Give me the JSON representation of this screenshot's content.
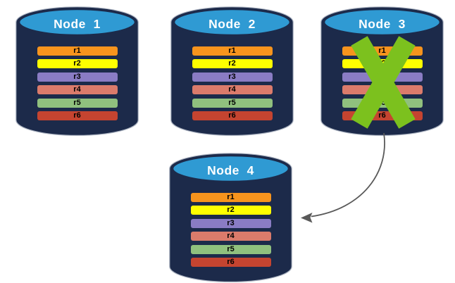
{
  "diagram": {
    "description": "replicated-database-cluster-failover",
    "colors": {
      "cylinder_body": "#1C2A4A",
      "cylinder_top": "#2F9AD3",
      "cylinder_outline": "#A9B1BF",
      "title_text": "#FFFFFF",
      "bar_text": "#000000",
      "failure_x": "#7CC11E",
      "arrow": "#595959"
    },
    "nodes": [
      {
        "id": "node-1",
        "title": "Node  1",
        "failed": false,
        "replicas": [
          {
            "label": "r1",
            "color": "#F7941D"
          },
          {
            "label": "r2",
            "color": "#FFFF00"
          },
          {
            "label": "r3",
            "color": "#8A7CC4"
          },
          {
            "label": "r4",
            "color": "#DB7B6B"
          },
          {
            "label": "r5",
            "color": "#90C07E"
          },
          {
            "label": "r6",
            "color": "#C54430"
          }
        ]
      },
      {
        "id": "node-2",
        "title": "Node  2",
        "failed": false,
        "replicas": [
          {
            "label": "r1",
            "color": "#F7941D"
          },
          {
            "label": "r2",
            "color": "#FFFF00"
          },
          {
            "label": "r3",
            "color": "#8A7CC4"
          },
          {
            "label": "r4",
            "color": "#DB7B6B"
          },
          {
            "label": "r5",
            "color": "#90C07E"
          },
          {
            "label": "r6",
            "color": "#C54430"
          }
        ]
      },
      {
        "id": "node-3",
        "title": "Node  3",
        "failed": true,
        "replicas": [
          {
            "label": "r1",
            "color": "#F7941D"
          },
          {
            "label": "r2",
            "color": "#FFFF00"
          },
          {
            "label": "r3",
            "color": "#8A7CC4"
          },
          {
            "label": "r4",
            "color": "#DB7B6B"
          },
          {
            "label": "r5",
            "color": "#90C07E"
          },
          {
            "label": "r6",
            "color": "#C54430"
          }
        ]
      },
      {
        "id": "node-4",
        "title": "Node  4",
        "failed": false,
        "replicas": [
          {
            "label": "r1",
            "color": "#F7941D"
          },
          {
            "label": "r2",
            "color": "#FFFF00"
          },
          {
            "label": "r3",
            "color": "#8A7CC4"
          },
          {
            "label": "r4",
            "color": "#DB7B6B"
          },
          {
            "label": "r5",
            "color": "#90C07E"
          },
          {
            "label": "r6",
            "color": "#C54430"
          }
        ]
      }
    ],
    "failover_arrow": {
      "from": "Node 3",
      "to": "Node 4"
    }
  }
}
